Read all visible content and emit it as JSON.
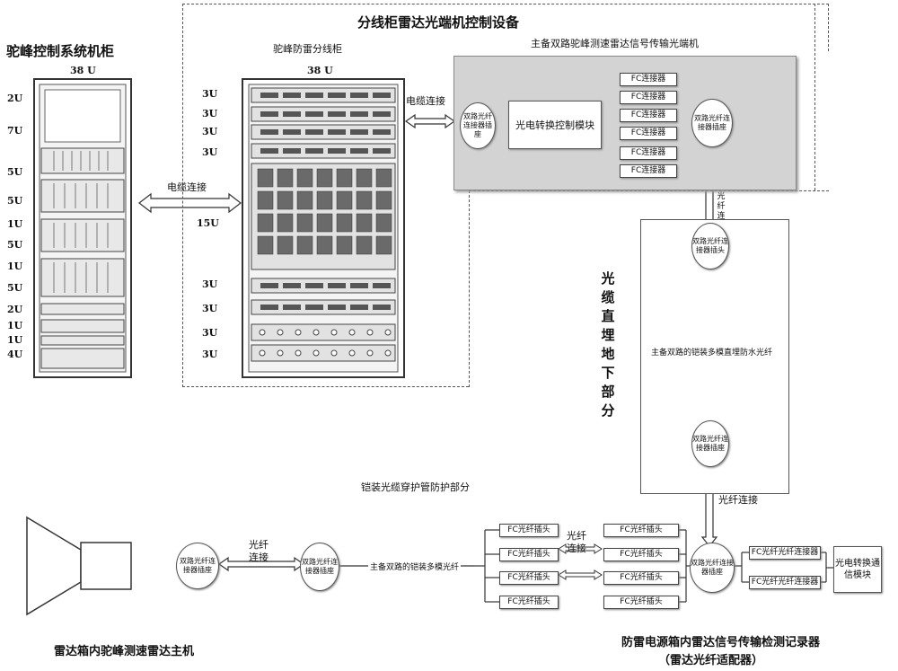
{
  "titles": {
    "control_cabinet": "驼峰控制系统机柜",
    "distribution_group": "分线柜雷达光端机控制设备",
    "lightning_cabinet": "驼峰防雷分线柜",
    "optical_terminal": "主备双路驼峰测速雷达信号传输光端机",
    "armored_conduit": "铠装光缆穿护管防护部分",
    "radar_host": "雷达箱内驼峰测速雷达主机",
    "recorder_line1": "防雷电源箱内雷达信号传输检测记录器",
    "recorder_line2": "（雷达光纤适配器）"
  },
  "rack_units": {
    "left_top": "38 U",
    "mid_top": "38 U",
    "left": [
      "2U",
      "7U",
      "5U",
      "5U",
      "1U",
      "5U",
      "1U",
      "5U",
      "2U",
      "1U",
      "1U",
      "4U"
    ],
    "mid": [
      "3U",
      "3U",
      "3U",
      "3U",
      "15U",
      "3U",
      "3U",
      "3U",
      "3U"
    ]
  },
  "connections": {
    "cable1": "电缆连接",
    "cable2": "电缆连接",
    "fiber_vertical_top": "光纤连接",
    "fiber_right": "光纤连接",
    "fiber_left_1": "光纤",
    "fiber_left_2": "连接",
    "fiber_mid_1": "光纤",
    "fiber_mid_2": "连接"
  },
  "buried": {
    "label": "光缆直埋地下部分",
    "cable_desc": "主备双路的铠装多模直埋防水光纤"
  },
  "optical_terminal": {
    "socket_left": "双路光纤连接器插座",
    "module": "光电转换控制模块",
    "socket_right": "双路光纤连接器插座",
    "fc_connectors": [
      "FC连接器",
      "FC连接器",
      "FC连接器",
      "FC连接器",
      "FC连接器",
      "FC连接器"
    ]
  },
  "buried_box": {
    "plug_top": "双路光纤连接器插头",
    "socket_bottom": "双路光纤连接器插座"
  },
  "armored": {
    "socket": "双路光纤连接器插座",
    "cable_desc": "主备双路的铠装多模光纤",
    "fc_plugs": [
      "FC光纤插头",
      "FC光纤插头",
      "FC光纤插头",
      "FC光纤插头"
    ]
  },
  "radar_host": {
    "socket": "双路光纤连接器插座"
  },
  "recorder": {
    "fc_plugs": [
      "FC光纤插头",
      "FC光纤插头",
      "FC光纤插头",
      "FC光纤插头"
    ],
    "socket": "双路光纤连接器插座",
    "fc_connectors": [
      "FC光纤光纤连接器",
      "FC光纤光纤连接器"
    ],
    "module": "光电转换通信模块"
  },
  "colors": {
    "box_grey": "#d3d3d3",
    "line": "#333333"
  }
}
